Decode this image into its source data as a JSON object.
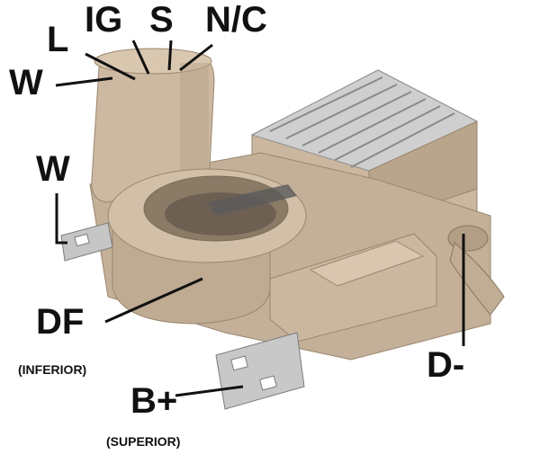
{
  "terminals": {
    "top": [
      {
        "label": "L"
      },
      {
        "label": "IG"
      },
      {
        "label": "S"
      },
      {
        "label": "N/C"
      }
    ],
    "w_top": {
      "label": "W"
    },
    "w_side": {
      "label": "W"
    },
    "df": {
      "label": "DF",
      "note": "(INFERIOR)"
    },
    "b_plus": {
      "label": "B+",
      "note": "(SUPERIOR)"
    },
    "d_minus": {
      "label": "D-"
    }
  },
  "colors": {
    "housing": "#c8b49c",
    "housing_shadow": "#a8937a",
    "housing_light": "#dccab4",
    "heatsink": "#d4d4d4",
    "metal": "#b8b8b8",
    "line": "#111111"
  }
}
